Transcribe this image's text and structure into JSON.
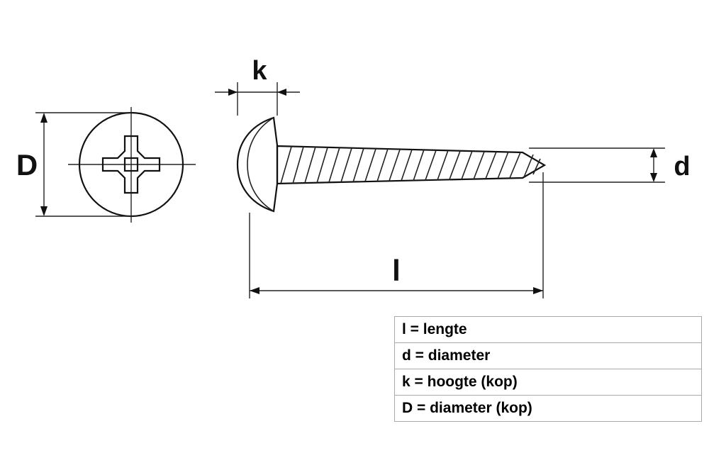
{
  "drawing": {
    "title": "screw technical drawing",
    "labels": {
      "D": "D",
      "k": "k",
      "d": "d",
      "l": "l"
    },
    "line_color": "#111111",
    "background": "#ffffff"
  },
  "legend": {
    "rows": [
      {
        "label": "l = lengte"
      },
      {
        "label": "d = diameter"
      },
      {
        "label": "k = hoogte (kop)"
      },
      {
        "label": "D = diameter (kop)"
      }
    ]
  }
}
